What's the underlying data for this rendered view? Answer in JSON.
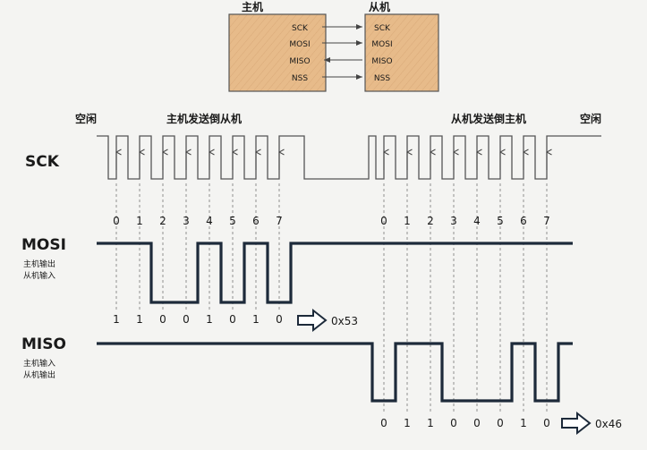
{
  "topology": {
    "master_label": "主机",
    "slave_label": "从机",
    "lines": [
      {
        "master": "SCK",
        "slave": "SCK",
        "direction": "to-slave"
      },
      {
        "master": "MOSI",
        "slave": "MOSI",
        "direction": "to-slave"
      },
      {
        "master": "MISO",
        "slave": "MISO",
        "direction": "to-master"
      },
      {
        "master": "NSS",
        "slave": "NSS",
        "direction": "to-slave"
      }
    ]
  },
  "section_labels": {
    "idle_left": "空闲",
    "master_send": "主机发送倒从机",
    "slave_send": "从机发送倒主机",
    "idle_right": "空闲"
  },
  "signals": {
    "sck": {
      "name": "SCK"
    },
    "mosi": {
      "name": "MOSI",
      "sub1": "主机输出",
      "sub2": "从机输入"
    },
    "miso": {
      "name": "MISO",
      "sub1": "主机输入",
      "sub2": "从机输出"
    }
  },
  "clock_indices": [
    "0",
    "1",
    "2",
    "3",
    "4",
    "5",
    "6",
    "7"
  ],
  "mosi_bits": [
    "1",
    "1",
    "0",
    "0",
    "1",
    "0",
    "1",
    "0"
  ],
  "mosi_value": "0x53",
  "miso_bits": [
    "0",
    "1",
    "1",
    "0",
    "0",
    "0",
    "1",
    "0"
  ],
  "miso_value": "0x46",
  "colors": {
    "box": "#e7bb8a",
    "line": "#1d2a3a",
    "thin": "#555555"
  }
}
